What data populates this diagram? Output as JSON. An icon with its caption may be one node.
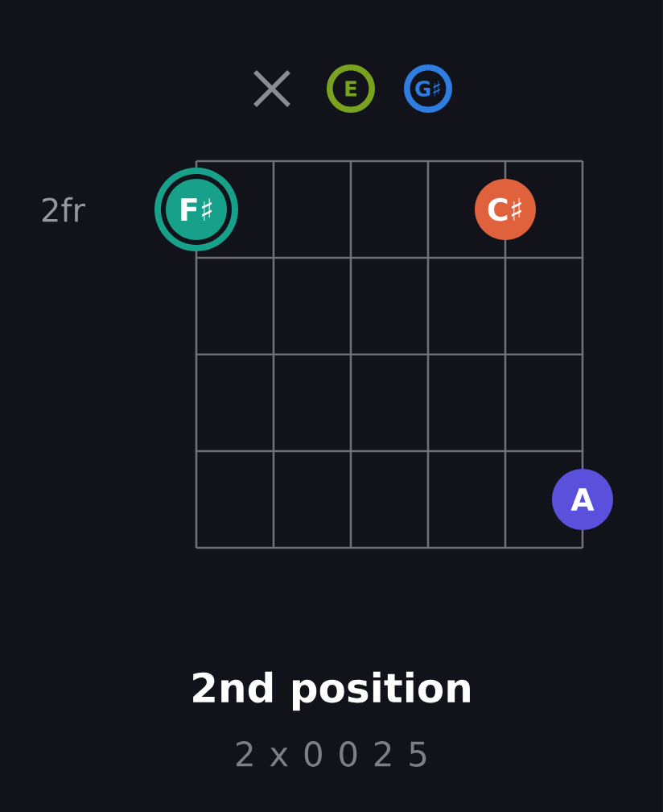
{
  "diagram": {
    "title": "2nd position",
    "caption": "2 x 0 0 2 5",
    "nodes": [
      {
        "text": [
          "E"
        ]
      },
      {
        "text": [
          "G♯"
        ]
      },
      {
        "text": [
          "F♯"
        ]
      },
      {
        "text": [
          "C♯"
        ]
      },
      {
        "text": [
          "A"
        ]
      }
    ],
    "labels": [
      "2fr"
    ]
  }
}
